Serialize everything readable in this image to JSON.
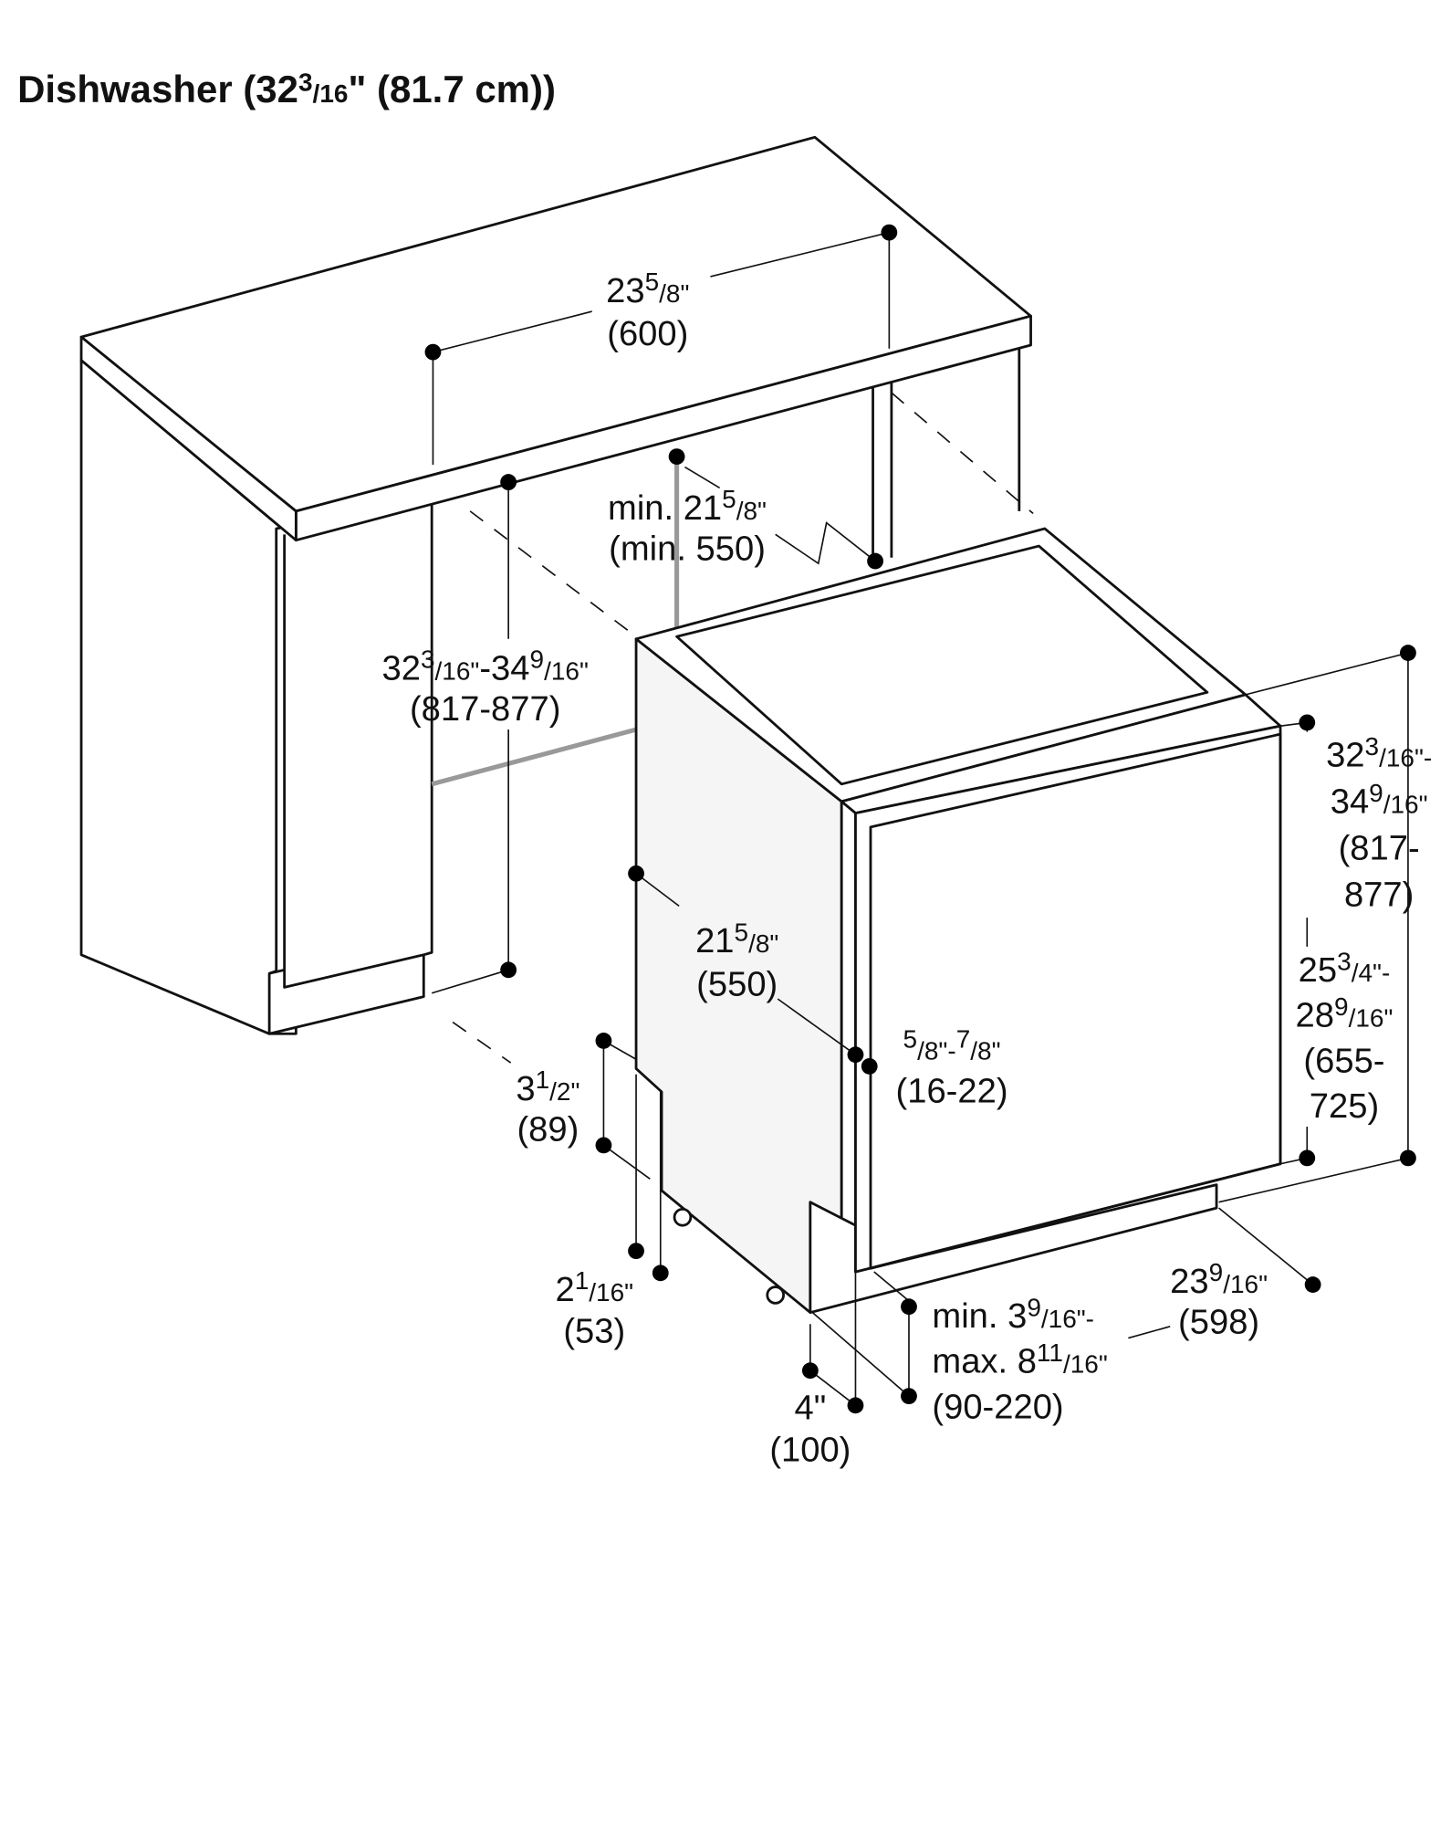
{
  "title": [
    {
      "t": "Dishwasher (32"
    },
    {
      "t": "3",
      "sup": true
    },
    {
      "t": "/16",
      "sub": true
    },
    {
      "t": "\" (81.7 cm))"
    }
  ],
  "labels": [
    {
      "name": "width-600-label",
      "anchor": "middle",
      "lines": [
        [
          {
            "t": "23"
          },
          {
            "t": "5",
            "sup": true
          },
          {
            "t": "/8\"",
            "sub": true
          }
        ],
        [
          {
            "t": "(600)"
          }
        ]
      ]
    },
    {
      "name": "min-depth-550-label",
      "anchor": "middle",
      "lines": [
        [
          {
            "t": "min. 21"
          },
          {
            "t": "5",
            "sup": true
          },
          {
            "t": "/8\"",
            "sub": true
          }
        ],
        [
          {
            "t": "(min. 550)"
          }
        ]
      ]
    },
    {
      "name": "niche-height-label",
      "anchor": "middle",
      "lines": [
        [
          {
            "t": "32"
          },
          {
            "t": "3",
            "sup": true
          },
          {
            "t": "/16\"",
            "sub": true
          },
          {
            "t": "-34"
          },
          {
            "t": "9",
            "sup": true
          },
          {
            "t": "/16\"",
            "sub": true
          }
        ],
        [
          {
            "t": "(817-877)"
          }
        ]
      ]
    },
    {
      "name": "total-height-label",
      "anchor": "middle",
      "lines": [
        [
          {
            "t": "32"
          },
          {
            "t": "3",
            "sup": true
          },
          {
            "t": "/16\"-",
            "sub": true
          }
        ],
        [
          {
            "t": "34"
          },
          {
            "t": "9",
            "sup": true
          },
          {
            "t": "/16\"",
            "sub": true
          }
        ],
        [
          {
            "t": "(817-"
          }
        ],
        [
          {
            "t": "877)"
          }
        ]
      ]
    },
    {
      "name": "depth-550-label",
      "anchor": "middle",
      "lines": [
        [
          {
            "t": "21"
          },
          {
            "t": "5",
            "sup": true
          },
          {
            "t": "/8\"",
            "sub": true
          }
        ],
        [
          {
            "t": "(550)"
          }
        ]
      ]
    },
    {
      "name": "door-thickness-label",
      "anchor": "middle",
      "lines": [
        [
          {
            "t": "5",
            "sup": true
          },
          {
            "t": "/8\"-",
            "sub": true
          },
          {
            "t": "7",
            "sup": true
          },
          {
            "t": "/8\"",
            "sub": true
          }
        ],
        [
          {
            "t": "(16-22)"
          }
        ]
      ]
    },
    {
      "name": "door-height-label",
      "anchor": "middle",
      "lines": [
        [
          {
            "t": "25"
          },
          {
            "t": "3",
            "sup": true
          },
          {
            "t": "/4\"-",
            "sub": true
          }
        ],
        [
          {
            "t": "28"
          },
          {
            "t": "9",
            "sup": true
          },
          {
            "t": "/16\"",
            "sub": true
          }
        ],
        [
          {
            "t": "(655-"
          }
        ],
        [
          {
            "t": "725)"
          }
        ]
      ]
    },
    {
      "name": "notch-89-label",
      "anchor": "middle",
      "lines": [
        [
          {
            "t": "3"
          },
          {
            "t": "1",
            "sup": true
          },
          {
            "t": "/2\"",
            "sub": true
          }
        ],
        [
          {
            "t": "(89)"
          }
        ]
      ]
    },
    {
      "name": "notch-53-label",
      "anchor": "middle",
      "lines": [
        [
          {
            "t": "2"
          },
          {
            "t": "1",
            "sup": true
          },
          {
            "t": "/16\"",
            "sub": true
          }
        ],
        [
          {
            "t": "(53)"
          }
        ]
      ]
    },
    {
      "name": "width-598-label",
      "anchor": "middle",
      "lines": [
        [
          {
            "t": "23"
          },
          {
            "t": "9",
            "sup": true
          },
          {
            "t": "/16\"",
            "sub": true
          }
        ],
        [
          {
            "t": "(598)"
          }
        ]
      ]
    },
    {
      "name": "toe-kick-height-label",
      "anchor": "start",
      "lines": [
        [
          {
            "t": "min. 3"
          },
          {
            "t": "9",
            "sup": true
          },
          {
            "t": "/16\"-",
            "sub": true
          }
        ],
        [
          {
            "t": "max. 8"
          },
          {
            "t": "11",
            "sup": true
          },
          {
            "t": "/16\"",
            "sub": true
          }
        ],
        [
          {
            "t": "(90-220)"
          }
        ]
      ]
    },
    {
      "name": "toe-kick-depth-label",
      "anchor": "middle",
      "lines": [
        [
          {
            "t": "4\""
          }
        ],
        [
          {
            "t": "(100)"
          }
        ]
      ]
    }
  ]
}
